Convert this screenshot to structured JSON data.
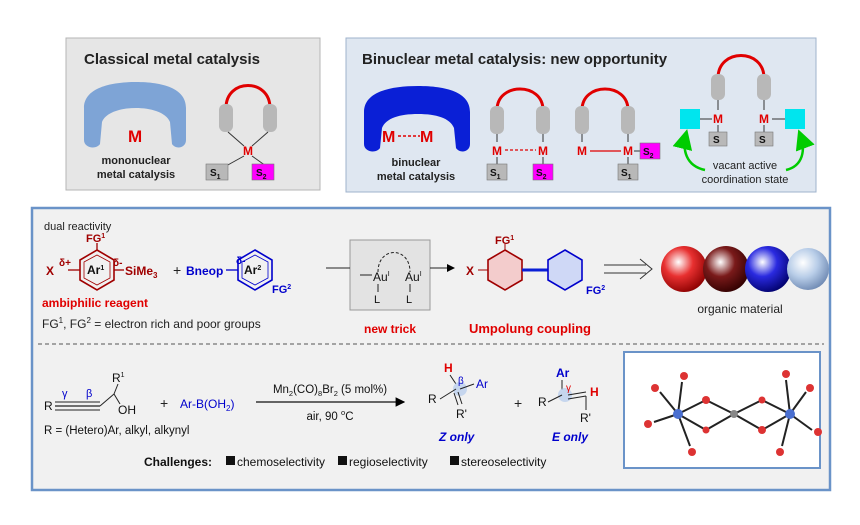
{
  "classical": {
    "title": "Classical metal catalysis",
    "center_metal": "M",
    "caption_line1": "mononuclear",
    "caption_line2": "metal catalysis",
    "complex_metal": "M",
    "s1": "S",
    "s1_sub": "1",
    "s2": "S",
    "s2_sub": "2"
  },
  "binuclear": {
    "title": "Binuclear metal catalysis: new opportunity",
    "pocket_metal_a": "M",
    "pocket_metal_b": "M",
    "caption_line1": "binuclear",
    "caption_line2": "metal catalysis",
    "m": "M",
    "s": "S",
    "sub1": "1",
    "sub2": "2",
    "vacant_line1": "vacant active",
    "vacant_line2": "coordination state"
  },
  "upper": {
    "dual_reactivity": "dual reactivity",
    "fg1_label": "FG",
    "fg1_sup": "1",
    "x_label": "X",
    "delta_plus": "δ+",
    "delta_minus": "δ-",
    "ar1": "Ar",
    "ar1_sup": "1",
    "sime3": "SiMe",
    "sime3_sub": "3",
    "plus": "+",
    "bneop": "Bneop",
    "delta_minus_b": "δ-",
    "ar2": "Ar",
    "ar2_sup": "2",
    "fg2": "FG",
    "fg2_sup": "2",
    "ambiphilic": "ambiphilic reagent",
    "fg_note_a": "FG",
    "fg_note_sup1": "1",
    "fg_note_b": ", FG",
    "fg_note_sup2": "2",
    "fg_note_c": " = electron rich and poor groups",
    "au": "Au",
    "au_sup": "I",
    "l": "L",
    "new_trick": "new trick",
    "umpolung": "Umpolung coupling",
    "product_fg1": "FG",
    "product_fg1_sup": "1",
    "product_x": "X",
    "product_fg2": "FG",
    "product_fg2_sup": "2",
    "organic_material": "organic material"
  },
  "lower": {
    "gamma": "γ",
    "beta": "β",
    "r1": "R",
    "r1_sup": "1",
    "r": "R",
    "oh": "OH",
    "r_def": "R = (Hetero)Ar, alkyl, alkynyl",
    "plus1": "+",
    "arb_a": "Ar-B(OH",
    "arb_sub": "2",
    "arb_b": ")",
    "cond1_a": "Mn",
    "cond1_sub1": "2",
    "cond1_b": "(CO)",
    "cond1_sub2": "8",
    "cond1_c": "Br",
    "cond1_sub3": "2",
    "cond1_d": " (5 mol%)",
    "cond2_a": "air, 90 ",
    "cond2_sup": "o",
    "cond2_b": "C",
    "z_h": "H",
    "z_beta": "β",
    "z_ar": "Ar",
    "z_r": "R",
    "z_rp": "R'",
    "z_only": "Z only",
    "plus2": "+",
    "e_ar": "Ar",
    "e_gamma": "γ",
    "e_h": "H",
    "e_r": "R",
    "e_rp": "R'",
    "e_only": "E only",
    "challenges_label": "Challenges:",
    "challenge1": "chemoselectivity",
    "challenge2": "regioselectivity",
    "challenge3": "stereoselectivity"
  },
  "colors": {
    "red": "#e00000",
    "darkred": "#a00000",
    "blue": "#0000cc",
    "magenta": "#ff00ff",
    "cyan": "#00e5ee",
    "green": "#00cc00",
    "lightblue_pocket": "#7ea4d6",
    "deepblue_pocket": "#0a1fd6"
  }
}
